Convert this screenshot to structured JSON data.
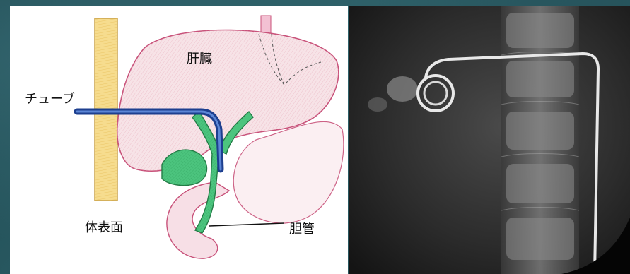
{
  "diagram": {
    "labels": {
      "liver": "肝臓",
      "tube": "チューブ",
      "body_surface": "体表面",
      "bile_duct": "胆管"
    },
    "colors": {
      "liver_fill": "#f3d6dc",
      "liver_outline": "#c8527a",
      "bile_duct_fill": "#3cb371",
      "tube_stroke": "#2b4fa8",
      "body_surface_fill": "#f4d27a"
    }
  },
  "xray": {
    "colors": {
      "background": "#1b1b1b",
      "catheter": "#e8e8e8"
    }
  }
}
